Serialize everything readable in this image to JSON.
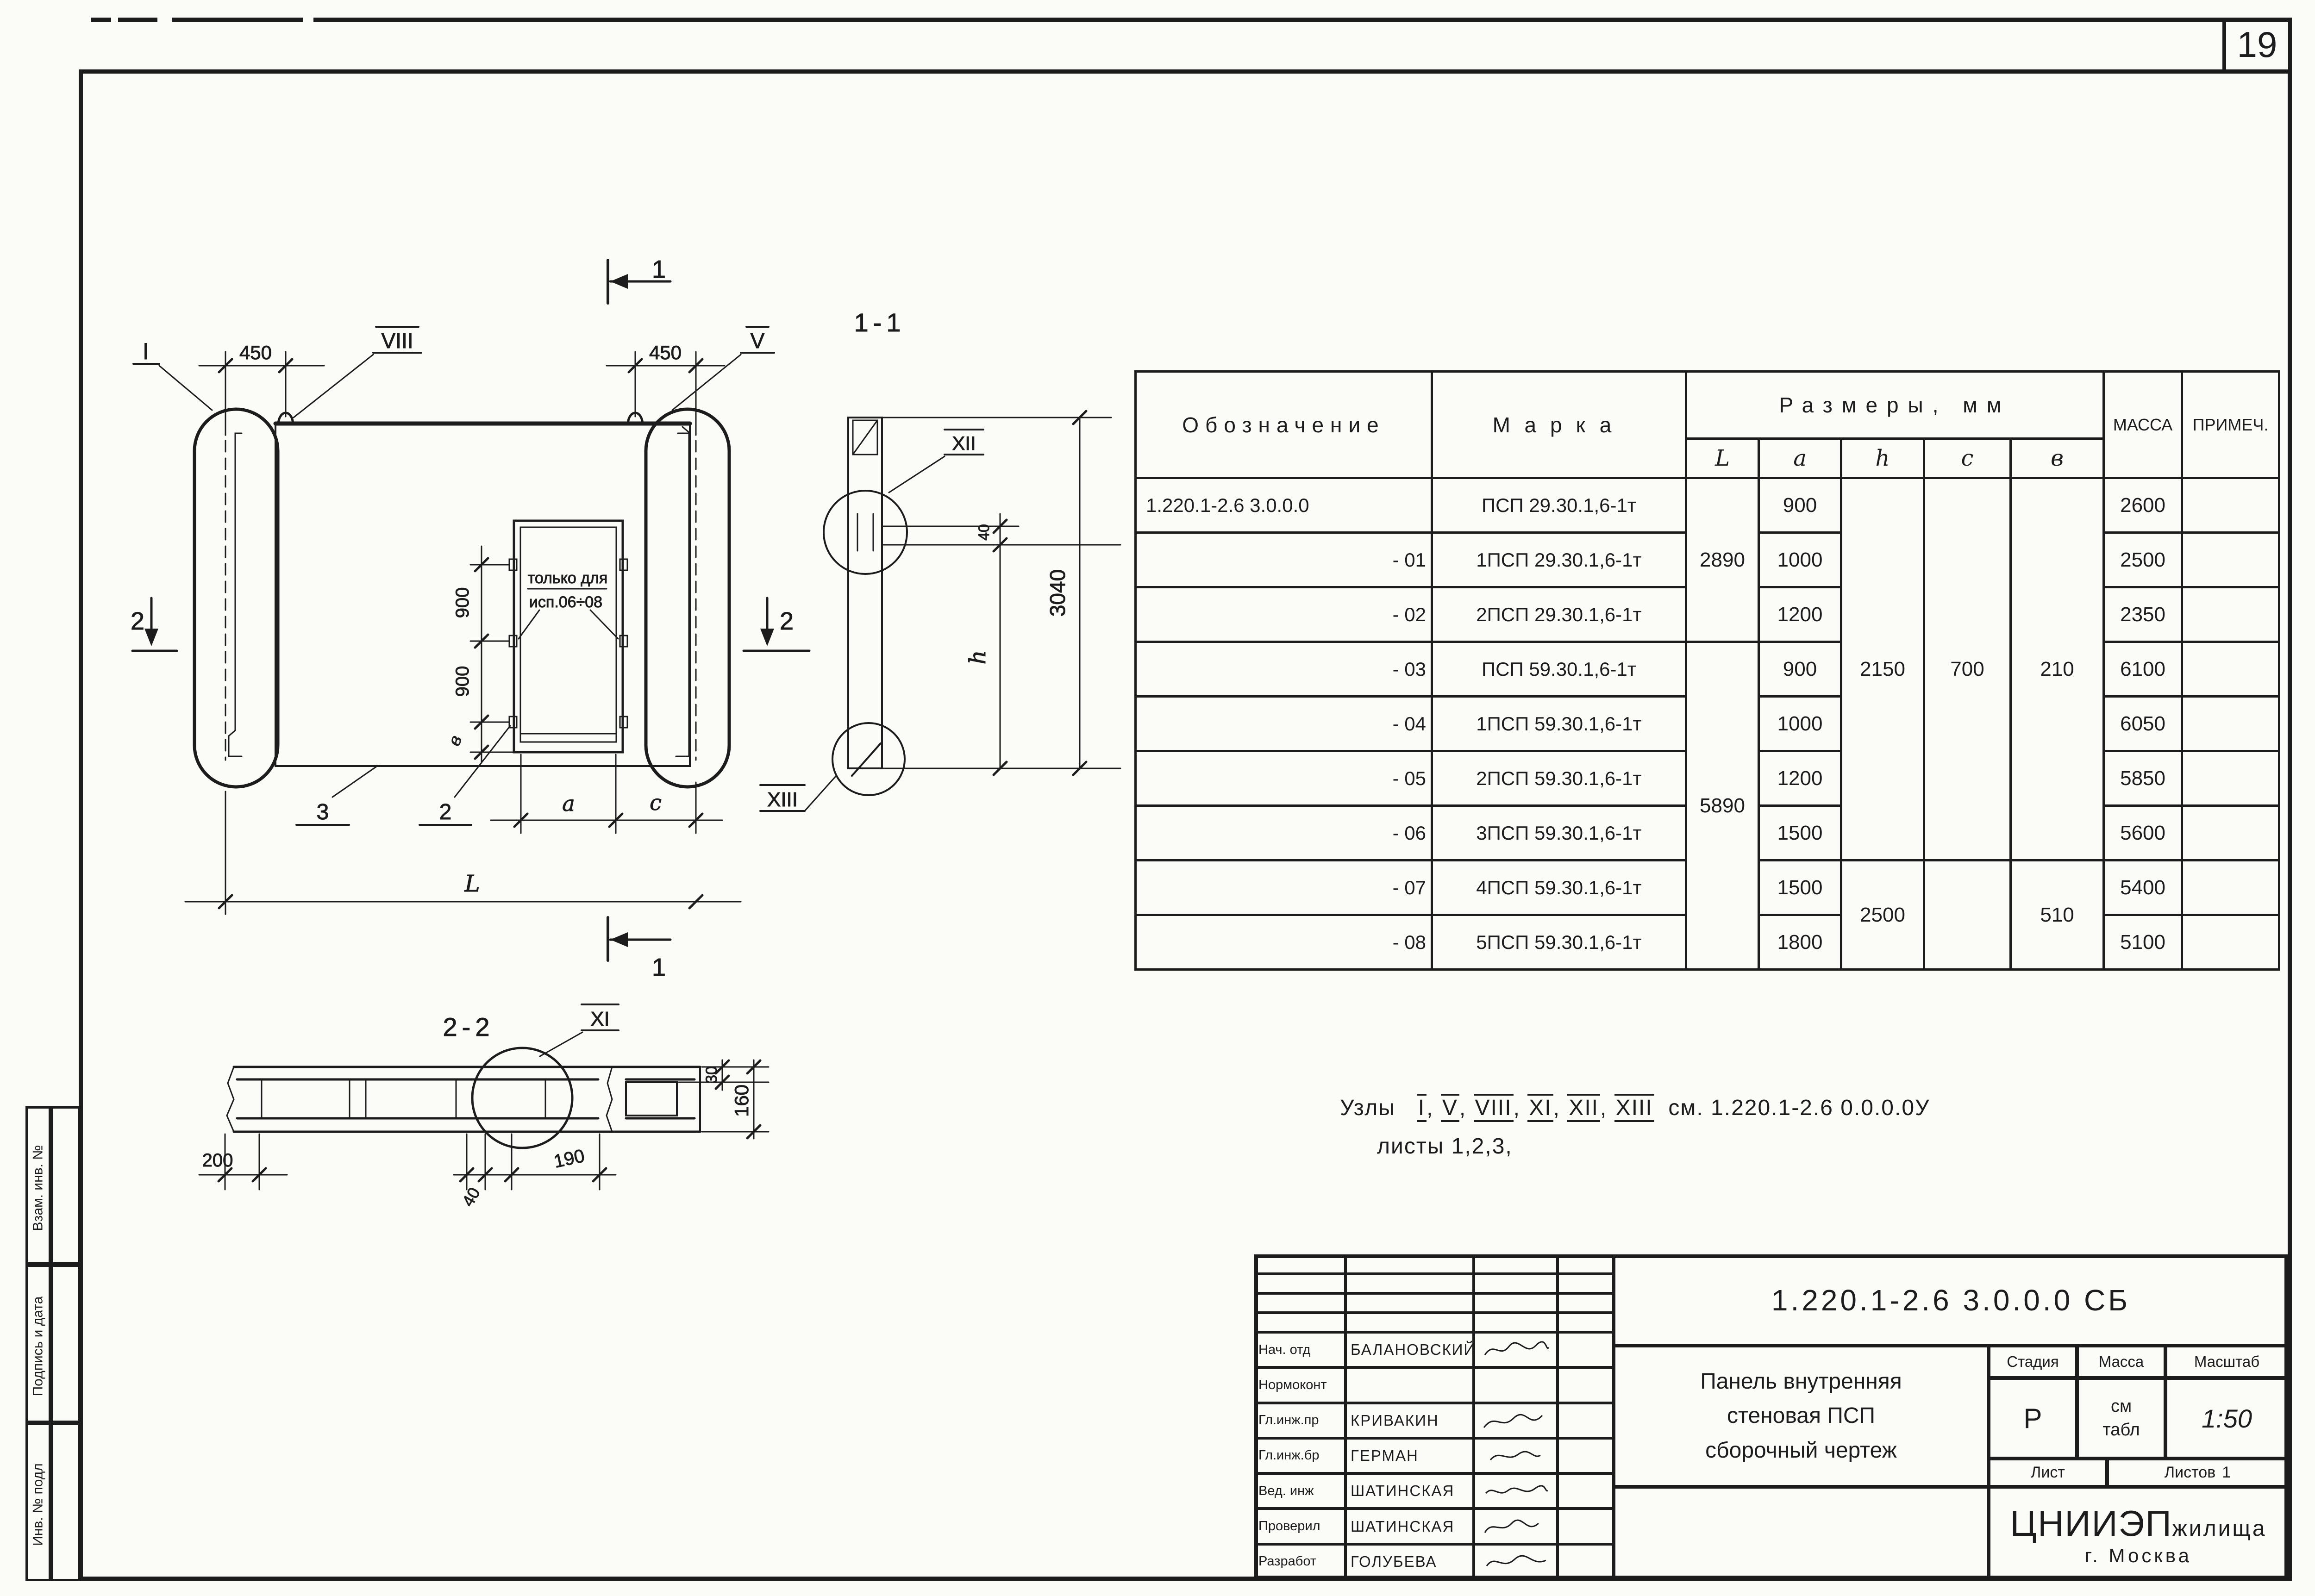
{
  "page": {
    "number": "19"
  },
  "sidebar": {
    "items": [
      "Взам. инв. №",
      "Подпись и дата",
      "Инв. № подл"
    ]
  },
  "note": {
    "prefix": "Узлы",
    "nodes": [
      "I",
      "V",
      "VIII",
      "XI",
      "XII",
      "XIII"
    ],
    "comma": ",",
    "suffix": "см. 1.220.1-2.6  0.0.0.0У",
    "line2": "листы 1,2,3,"
  },
  "table": {
    "headers": {
      "designation": "Обозначение",
      "marka": "Марка",
      "sizes": "Размеры, мм",
      "L": "L",
      "a": "a",
      "h": "h",
      "c": "c",
      "b": "в",
      "mass": "МАССА",
      "note": "ПРИМЕЧ."
    },
    "rows": [
      {
        "designation": "1.220.1-2.6  3.0.0.0",
        "marka": "ПСП 29.30.1,6-1т",
        "L": "2890",
        "a": "900",
        "h": "2150",
        "c": "700",
        "b": "210",
        "mass": "2600",
        "note": ""
      },
      {
        "designation": "- 01",
        "marka": "1ПСП 29.30.1,6-1т",
        "a": "1000",
        "mass": "2500",
        "note": ""
      },
      {
        "designation": "- 02",
        "marka": "2ПСП 29.30.1,6-1т",
        "a": "1200",
        "mass": "2350",
        "note": ""
      },
      {
        "designation": "- 03",
        "marka": "ПСП 59.30.1,6-1т",
        "L": "5890",
        "a": "900",
        "mass": "6100",
        "note": ""
      },
      {
        "designation": "- 04",
        "marka": "1ПСП 59.30.1,6-1т",
        "a": "1000",
        "mass": "6050",
        "note": ""
      },
      {
        "designation": "- 05",
        "marka": "2ПСП 59.30.1,6-1т",
        "a": "1200",
        "mass": "5850",
        "note": ""
      },
      {
        "designation": "- 06",
        "marka": "3ПСП 59.30.1,6-1т",
        "a": "1500",
        "mass": "5600",
        "note": ""
      },
      {
        "designation": "- 07",
        "marka": "4ПСП 59.30.1,6-1т",
        "a": "1500",
        "h": "2500",
        "c": "",
        "b": "510",
        "mass": "5400",
        "note": ""
      },
      {
        "designation": "- 08",
        "marka": "5ПСП 59.30.1,6-1т",
        "a": "1800",
        "mass": "5100",
        "note": ""
      }
    ]
  },
  "drawing": {
    "main": {
      "section_top": "1",
      "section_bottom": "1",
      "section_left": "2",
      "section_right": "2",
      "node_left": "I",
      "node_loop": "VIII",
      "node_right": "V",
      "node_corner": "XIII",
      "dim_450_left": "450",
      "dim_450_right": "450",
      "dim_900_upper": "900",
      "dim_900_lower": "900",
      "dim_b": "в",
      "dim_a": "a",
      "dim_c": "c",
      "dim_L": "L",
      "opening_note_1": "только для",
      "opening_note_2": "исп.06÷08",
      "item_3": "3",
      "item_2": "2"
    },
    "sec11": {
      "title": "1-1",
      "node_top": "XII",
      "dim_40": "40",
      "dim_h": "h",
      "dim_3040": "3040"
    },
    "sec22": {
      "title": "2-2",
      "node": "XI",
      "dim_200": "200",
      "dim_40": "40",
      "dim_190": "190",
      "dim_30": "30",
      "dim_160": "160"
    }
  },
  "title_block": {
    "doc_number": "1.220.1-2.6  3.0.0.0 СБ",
    "title_lines": [
      "Панель внутренняя",
      "стеновая  ПСП",
      "сборочный чертеж"
    ],
    "stage_label": "Стадия",
    "stage": "Р",
    "mass_label": "Масса",
    "mass_line1": "см",
    "mass_line2": "табл",
    "scale_label": "Масштаб",
    "scale": "1:50",
    "sheet_label": "Лист",
    "sheets_label": "Листов",
    "sheets_count": "1",
    "org_main": "ЦНИИЭП",
    "org_sub": "жилища",
    "org_city": "г. Москва",
    "staff": [
      {
        "role": "Нач. отд",
        "name": "Балановский"
      },
      {
        "role": "Нормоконт",
        "name": ""
      },
      {
        "role": "Гл.инж.пр",
        "name": "Кривакин"
      },
      {
        "role": "Гл.инж.бр",
        "name": "Герман"
      },
      {
        "role": "Вед. инж",
        "name": "Шатинская"
      },
      {
        "role": "Проверил",
        "name": "Шатинская"
      },
      {
        "role": "Разработ",
        "name": "Голубева"
      }
    ]
  }
}
